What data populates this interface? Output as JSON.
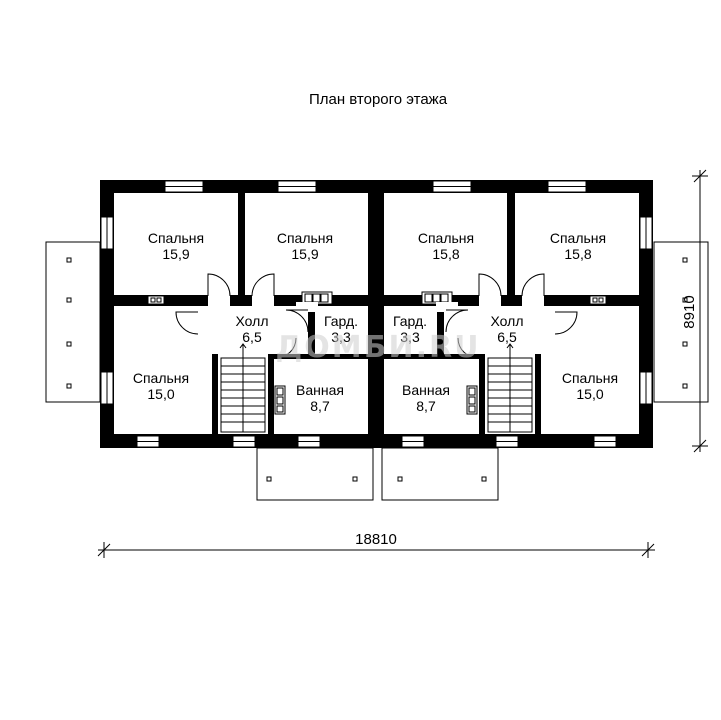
{
  "title": "План второго этажа",
  "watermark": "ДОМБИ.RU",
  "dimensions": {
    "width": "18810",
    "height": "8910"
  },
  "rooms": [
    {
      "id": "bedroom-1",
      "name": "Спальня",
      "area": "15,9"
    },
    {
      "id": "bedroom-2",
      "name": "Спальня",
      "area": "15,9"
    },
    {
      "id": "bedroom-3",
      "name": "Спальня",
      "area": "15,8"
    },
    {
      "id": "bedroom-4",
      "name": "Спальня",
      "area": "15,8"
    },
    {
      "id": "hall-left",
      "name": "Холл",
      "area": "6,5"
    },
    {
      "id": "wardrobe-left",
      "name": "Гард.",
      "area": "3,3"
    },
    {
      "id": "wardrobe-right",
      "name": "Гард.",
      "area": "3,3"
    },
    {
      "id": "hall-right",
      "name": "Холл",
      "area": "6,5"
    },
    {
      "id": "bedroom-5",
      "name": "Спальня",
      "area": "15,0"
    },
    {
      "id": "bathroom-left",
      "name": "Ванная",
      "area": "8,7"
    },
    {
      "id": "bathroom-right",
      "name": "Ванная",
      "area": "8,7"
    },
    {
      "id": "bedroom-6",
      "name": "Спальня",
      "area": "15,0"
    }
  ]
}
